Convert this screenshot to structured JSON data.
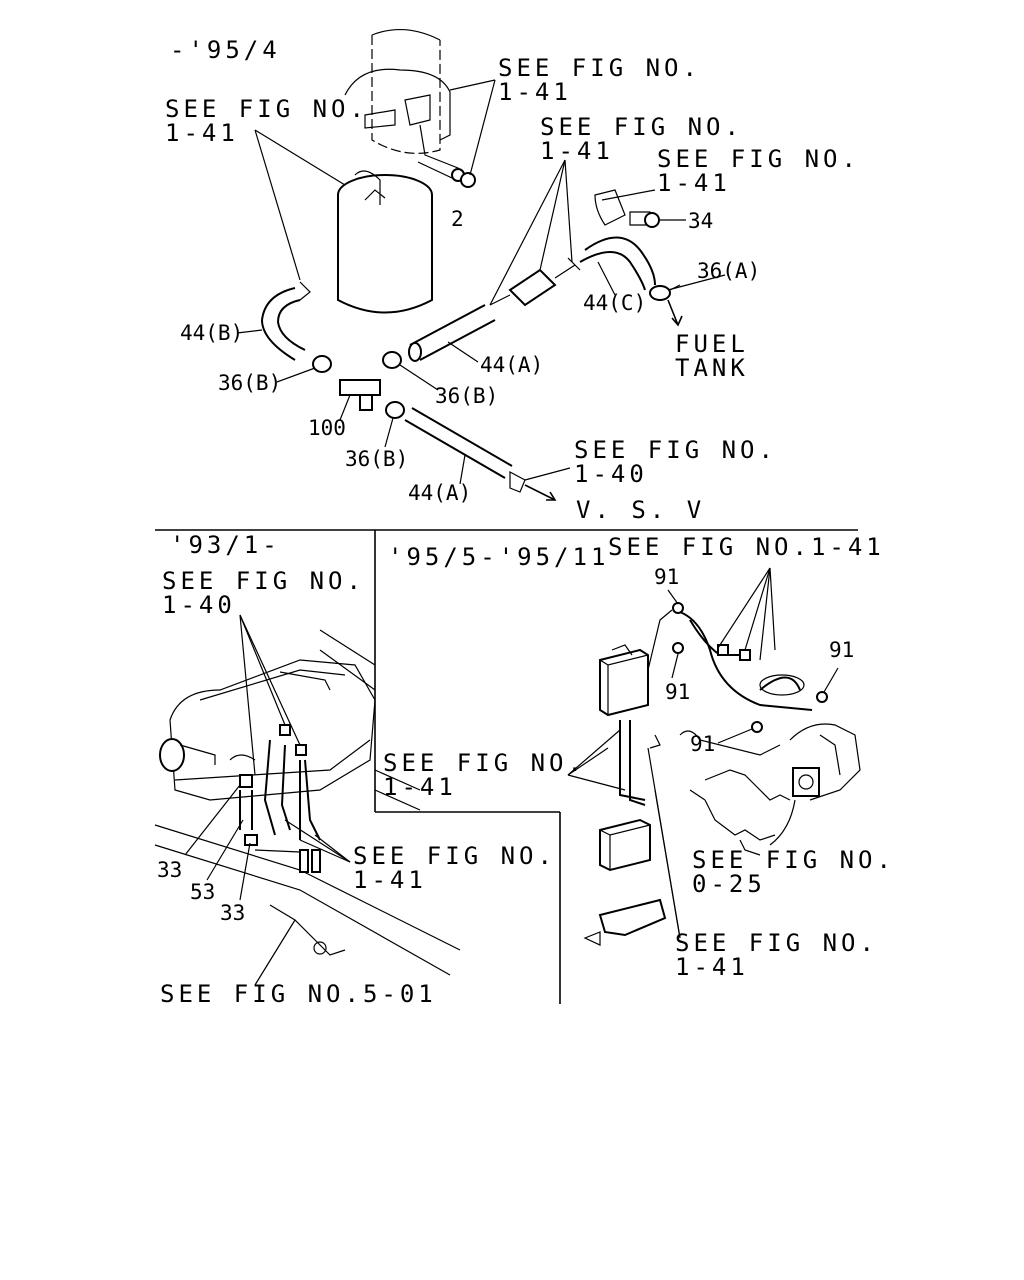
{
  "sections": {
    "top": {
      "date": "-'95/4"
    },
    "bottom_left": {
      "date": "'93/1-"
    },
    "bottom_right": {
      "date": "'95/5-'95/11"
    }
  },
  "references": [
    {
      "line1": "SEE FIG NO.",
      "line2": "1-41"
    },
    {
      "line1": "SEE FIG NO.",
      "line2": "1-41"
    },
    {
      "line1": "SEE FIG NO.",
      "line2": "1-41"
    },
    {
      "line1": "SEE FIG NO.",
      "line2": "1-41"
    },
    {
      "line1": "SEE FIG NO.",
      "line2": "1-40"
    },
    {
      "line1": "SEE FIG NO.",
      "line2": "1-40"
    },
    {
      "line1": "SEE FIG NO.",
      "line2": "1-41"
    },
    {
      "line1": "SEE FIG NO.5-01",
      "line2": ""
    },
    {
      "line1": "SEE FIG NO.1-41",
      "line2": ""
    },
    {
      "line1": "SEE FIG NO.",
      "line2": "1-41"
    },
    {
      "line1": "SEE FIG NO.",
      "line2": "0-25"
    },
    {
      "line1": "SEE FIG NO.",
      "line2": "1-41"
    }
  ],
  "destinations": {
    "fuel_tank_1": "FUEL",
    "fuel_tank_2": "TANK",
    "vsv": "V. S. V"
  },
  "part_numbers": {
    "p2": "2",
    "p34": "34",
    "p36a": "36(A)",
    "p44c": "44(C)",
    "p44b": "44(B)",
    "p44a_1": "44(A)",
    "p36b_1": "36(B)",
    "p36b_2": "36(B)",
    "p100": "100",
    "p36b_3": "36(B)",
    "p44a_2": "44(A)",
    "p33_1": "33",
    "p53": "53",
    "p33_2": "33",
    "p91_1": "91",
    "p91_2": "91",
    "p91_3": "91",
    "p91_4": "91"
  }
}
